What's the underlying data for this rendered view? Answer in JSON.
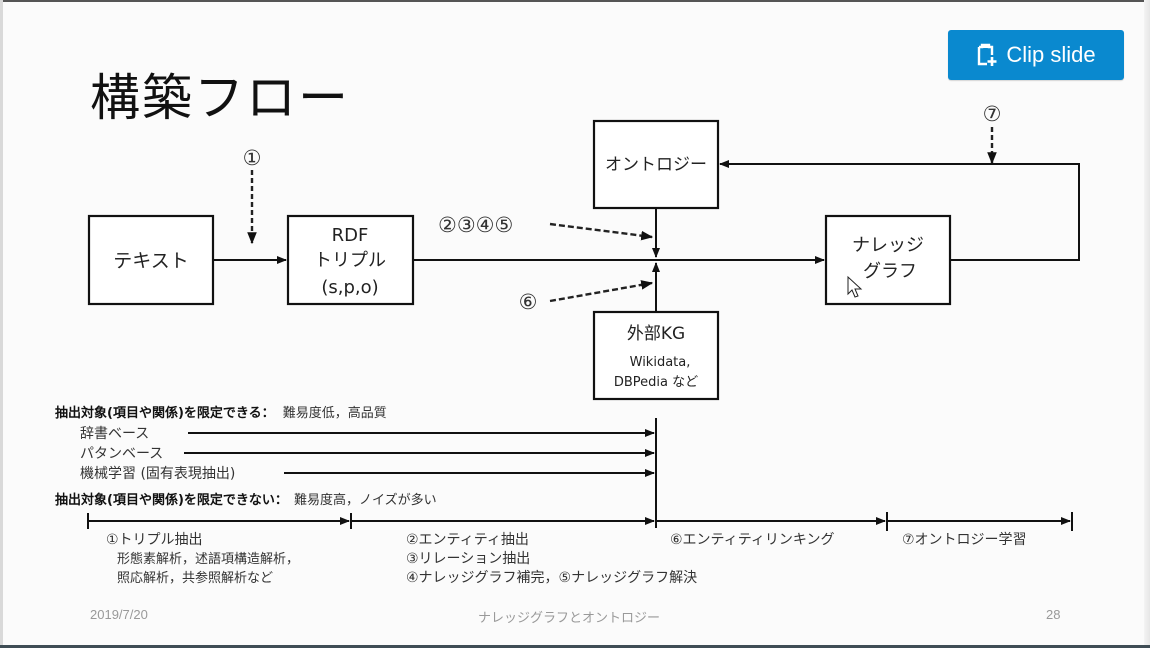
{
  "slide": {
    "title": "構築フロー",
    "clip_button": {
      "label": "Clip slide",
      "icon": "clipboard-plus-icon",
      "color": "#0a89cf"
    },
    "footer": {
      "date": "2019/7/20",
      "title": "ナレッジグラフとオントロジー",
      "page": "28"
    }
  },
  "diagram": {
    "nodes": {
      "text": "テキスト",
      "rdf": [
        "RDF",
        "トリプル",
        "(s,p,o)"
      ],
      "ontology": "オントロジー",
      "external_kg": {
        "title": "外部KG",
        "lines": [
          "Wikidata,",
          "DBPedia など"
        ]
      },
      "knowledge_graph": [
        "ナレッジ",
        "グラフ"
      ]
    },
    "markers": {
      "step1": "①",
      "steps2345": "②③④⑤",
      "step6": "⑥",
      "step7": "⑦"
    }
  },
  "extraction": {
    "limited_header": {
      "bold": "抽出対象(項目や関係)を限定できる：",
      "note": "難易度低，高品質"
    },
    "methods": [
      "辞書ベース",
      "パタンベース",
      "機械学習 (固有表現抽出)"
    ],
    "unlimited_header": {
      "bold": "抽出対象(項目や関係)を限定できない：",
      "note": "難易度高，ノイズが多い"
    }
  },
  "timeline": {
    "phases": [
      {
        "lines": [
          "①トリプル抽出",
          "形態素解析，述語項構造解析，",
          "照応解析，共参照解析など"
        ]
      },
      {
        "lines": [
          "②エンティティ抽出",
          "③リレーション抽出",
          "④ナレッジグラフ補完，⑤ナレッジグラフ解決"
        ]
      },
      {
        "lines": [
          "⑥エンティティリンキング"
        ]
      },
      {
        "lines": [
          "⑦オントロジー学習"
        ]
      }
    ]
  }
}
